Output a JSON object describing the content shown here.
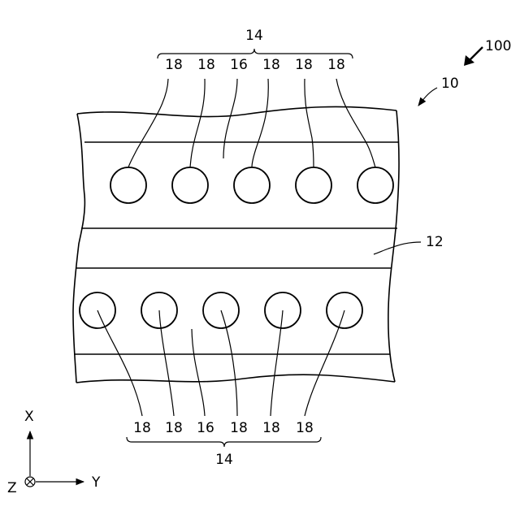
{
  "figure": {
    "ref_assembly": "100",
    "ref_body": "10",
    "ref_middle_band": "12",
    "top_group": {
      "ref": "14",
      "labels": [
        "18",
        "18",
        "16",
        "18",
        "18",
        "18"
      ]
    },
    "bottom_group": {
      "ref": "14",
      "labels": [
        "18",
        "18",
        "16",
        "18",
        "18",
        "18"
      ]
    },
    "axes": {
      "x": "X",
      "y": "Y",
      "z": "Z"
    }
  }
}
